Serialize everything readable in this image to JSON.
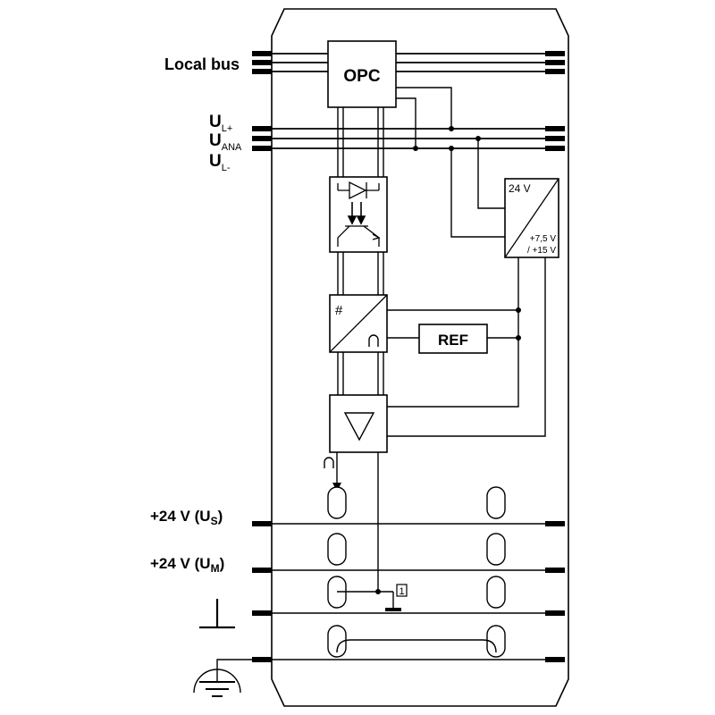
{
  "labels": {
    "local_bus": "Local bus",
    "ul_plus_main": "U",
    "ul_plus_sub": "L+",
    "uana_main": "U",
    "uana_sub": "ANA",
    "ul_minus_main": "U",
    "ul_minus_sub": "L-",
    "us_prefix": "+24 V (U",
    "us_sub": "S",
    "us_suffix": ")",
    "um_prefix": "+24 V (U",
    "um_sub": "M",
    "um_suffix": ")"
  },
  "blocks": {
    "opc": "OPC",
    "ref": "REF",
    "power_in": "24 V",
    "power_out_1": "+7,5 V",
    "power_out_2": "/ +15 V",
    "adc_hash": "#",
    "shield_marker": "1"
  },
  "colors": {
    "line": "#000000",
    "background": "#ffffff"
  }
}
